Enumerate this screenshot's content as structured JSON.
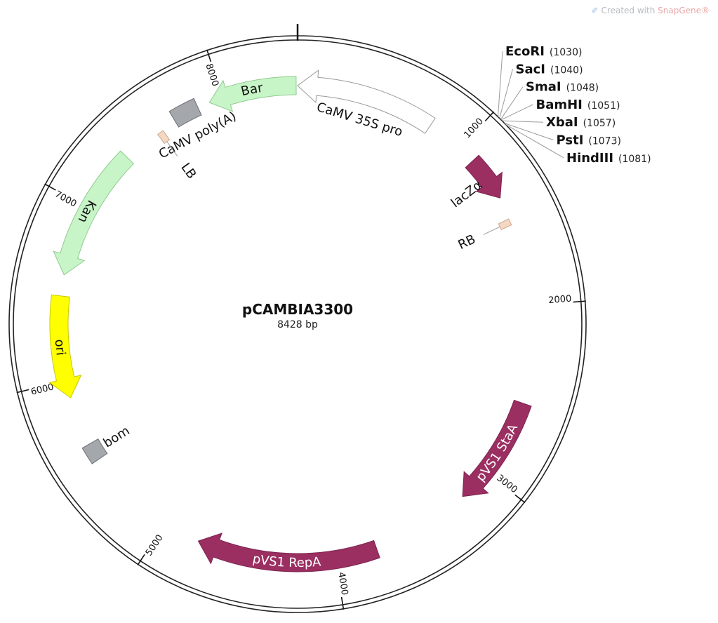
{
  "watermark": {
    "prefix": "Created with ",
    "brand": "SnapGene®"
  },
  "plasmid": {
    "name": "pCAMBIA3300",
    "length_label": "8428 bp",
    "length_bp": 8428
  },
  "ticks": [
    {
      "label": "1000",
      "bp": 1000
    },
    {
      "label": "2000",
      "bp": 2000
    },
    {
      "label": "3000",
      "bp": 3000
    },
    {
      "label": "4000",
      "bp": 4000
    },
    {
      "label": "5000",
      "bp": 5000
    },
    {
      "label": "6000",
      "bp": 6000
    },
    {
      "label": "7000",
      "bp": 7000
    },
    {
      "label": "8000",
      "bp": 8000
    }
  ],
  "features": [
    {
      "id": "camv35s",
      "label": "CaMV 35S pro",
      "type": "arrow",
      "fill": "#ffffff",
      "stroke": "#9a9a9a",
      "text_color": "#111111",
      "start": 8428,
      "end": 790,
      "strand": "-",
      "label_side": "in",
      "text_path": "cw"
    },
    {
      "id": "bar",
      "label": "Bar",
      "type": "arrow",
      "fill": "#c8f5c8",
      "stroke": "#8fc98f",
      "text_color": "#111111",
      "start": 8420,
      "end": 7920,
      "strand": "-",
      "label_side": "on",
      "text_path": "cw"
    },
    {
      "id": "camvpolya",
      "label": "CaMV poly(A)",
      "type": "box",
      "fill": "#a4a7ab",
      "stroke": "#6d7073",
      "text_color": "#111111",
      "start": 7850,
      "end": 7700,
      "label_side": "in",
      "text_path": "cw"
    },
    {
      "id": "lb",
      "label": "LB",
      "type": "border",
      "fill": "#f6d8c2",
      "stroke": "#caa58c",
      "text_color": "#111111",
      "start": 7620,
      "end": 7570,
      "label_side": "in"
    },
    {
      "id": "lacza",
      "label": "lacZα",
      "type": "arrow",
      "fill": "#9b2f61",
      "stroke": "#7d2450",
      "text_color": "#111111",
      "start": 1100,
      "end": 1360,
      "strand": "+",
      "label_side": "in"
    },
    {
      "id": "rb",
      "label": "RB",
      "type": "border",
      "fill": "#f6d8c2",
      "stroke": "#caa58c",
      "text_color": "#111111",
      "start": 1480,
      "end": 1530,
      "label_side": "in"
    },
    {
      "id": "kan",
      "label": "Kan",
      "type": "arrow",
      "fill": "#c8f5c8",
      "stroke": "#8fc98f",
      "text_color": "#111111",
      "start": 7360,
      "end": 6600,
      "strand": "-",
      "label_side": "on",
      "text_path": "ccw"
    },
    {
      "id": "ori",
      "label": "ori",
      "type": "arrow",
      "fill": "#ffff00",
      "stroke": "#c8c800",
      "text_color": "#111111",
      "start": 6480,
      "end": 5900,
      "strand": "-",
      "label_side": "on",
      "text_path": "ccw"
    },
    {
      "id": "bom",
      "label": "bom",
      "type": "box",
      "fill": "#a4a7ab",
      "stroke": "#6d7073",
      "text_color": "#111111",
      "start": 5620,
      "end": 5520,
      "label_side": "in"
    },
    {
      "id": "pvs1staa",
      "label": "pVS1 StaA",
      "type": "arrow",
      "fill": "#9b2f61",
      "stroke": "#7d2450",
      "text_color": "#ffffff",
      "start": 2560,
      "end": 3190,
      "strand": "+",
      "label_side": "on",
      "text_path": "ccw"
    },
    {
      "id": "pvs1repa",
      "label": "pVS1 RepA",
      "type": "arrow",
      "fill": "#9b2f61",
      "stroke": "#7d2450",
      "text_color": "#ffffff",
      "start": 3760,
      "end": 4790,
      "strand": "+",
      "label_side": "on",
      "text_path": "ccw"
    }
  ],
  "sites": [
    {
      "name": "EcoRI",
      "position": "(1030)",
      "bp": 1030
    },
    {
      "name": "SacI",
      "position": "(1040)",
      "bp": 1040
    },
    {
      "name": "SmaI",
      "position": "(1048)",
      "bp": 1048
    },
    {
      "name": "BamHI",
      "position": "(1051)",
      "bp": 1051
    },
    {
      "name": "XbaI",
      "position": "(1057)",
      "bp": 1057
    },
    {
      "name": "PstI",
      "position": "(1073)",
      "bp": 1073
    },
    {
      "name": "HindIII",
      "position": "(1081)",
      "bp": 1081
    }
  ],
  "colors": {
    "backbone": "#222222",
    "site_line": "#9a9a9a"
  }
}
